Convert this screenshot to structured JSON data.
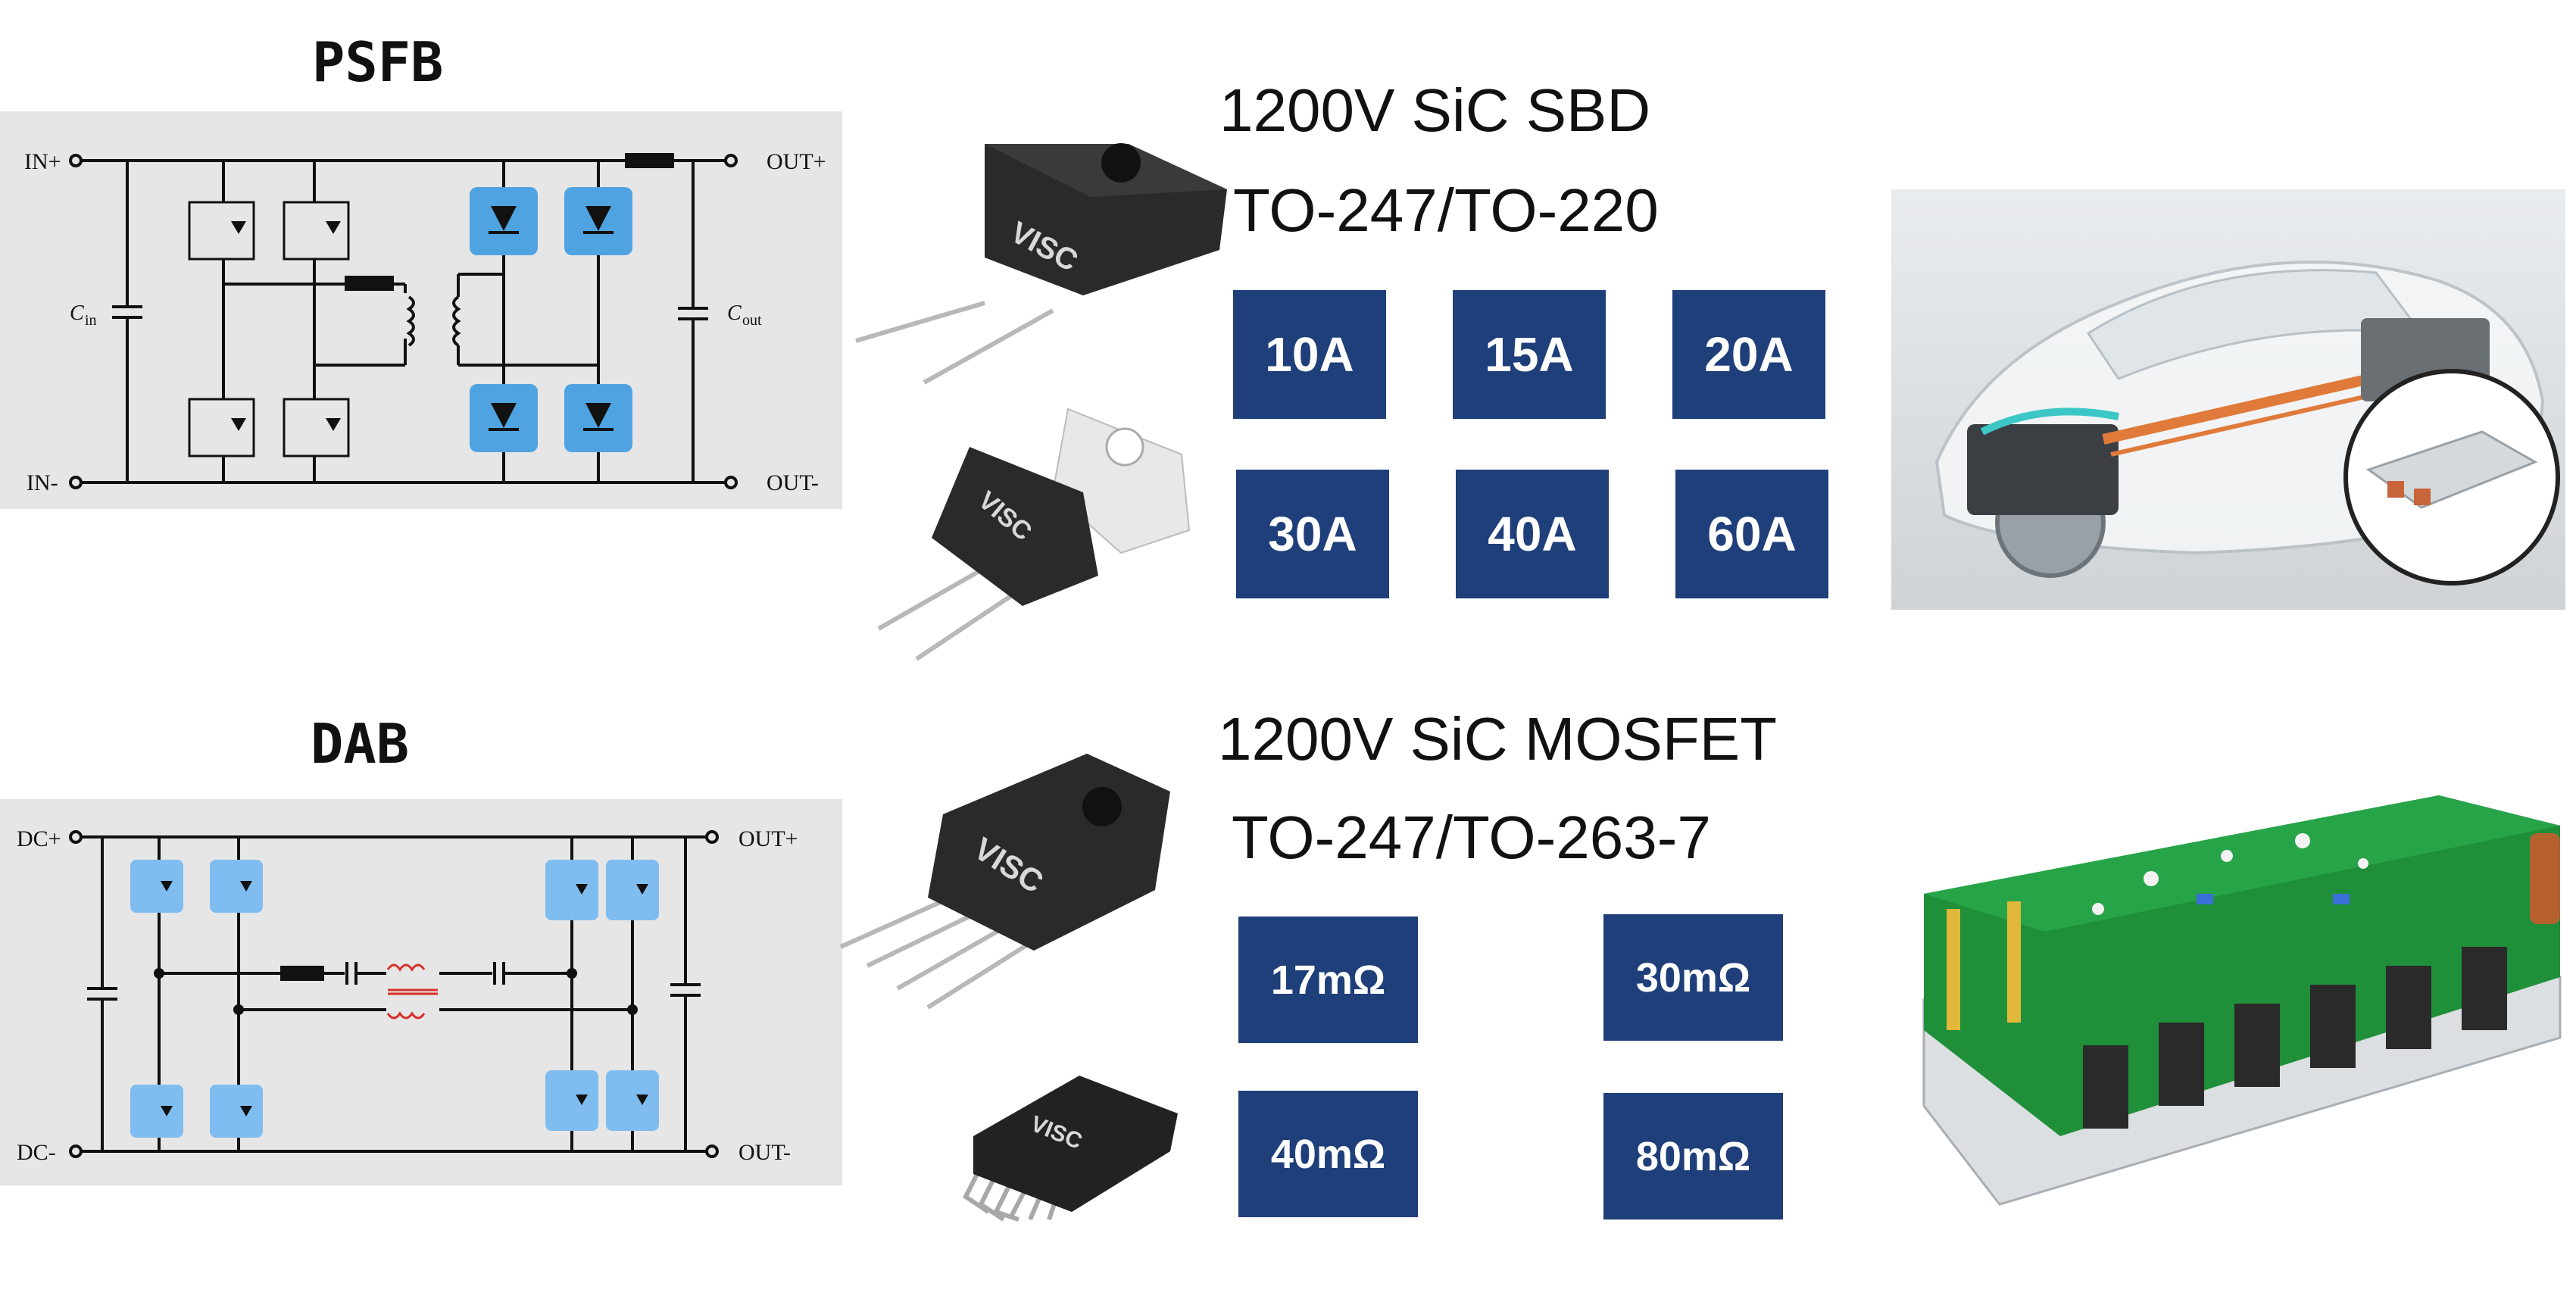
{
  "psfb": {
    "title": "PSFB",
    "in_plus": "IN+",
    "in_minus": "IN-",
    "out_plus": "OUT+",
    "out_minus": "OUT-",
    "cin": "C",
    "cin_sub": "in",
    "cout": "C",
    "cout_sub": "out"
  },
  "dab": {
    "title": "DAB",
    "dc_plus": "DC+",
    "dc_minus": "DC-",
    "out_plus": "OUT+",
    "out_minus": "OUT-"
  },
  "sbd": {
    "heading": "1200V SiC SBD",
    "packages": "TO-247/TO-220",
    "ratings": [
      "10A",
      "15A",
      "20A",
      "30A",
      "40A",
      "60A"
    ],
    "brand": "VISC"
  },
  "mosfet": {
    "heading": "1200V SiC MOSFET",
    "packages": "TO-247/TO-263-7",
    "ratings": [
      "17mΩ",
      "30mΩ",
      "40mΩ",
      "80mΩ"
    ],
    "brand": "VISC"
  },
  "colors": {
    "box_fill": "#1f3f7a",
    "switch_highlight_psfb": "#4fa3e0",
    "switch_highlight_dab": "#7fbdf0",
    "panel_bg": "#e6e6e6",
    "pcb_green": "#1f8f3a",
    "harness_orange": "#e07a3a"
  }
}
